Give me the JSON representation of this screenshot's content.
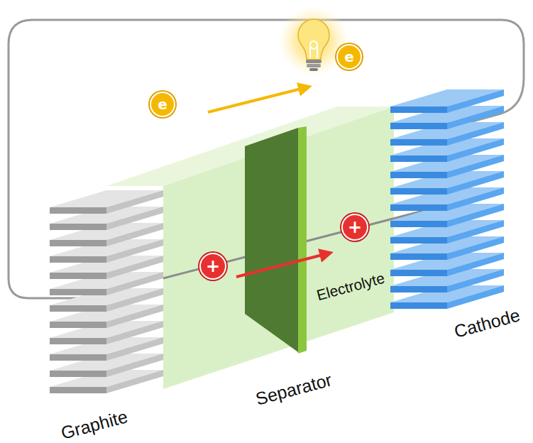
{
  "diagram": {
    "nodes": [
      {
        "text": [
          "e"
        ]
      },
      {
        "text": [
          "e"
        ]
      },
      {
        "text": [
          "+"
        ]
      },
      {
        "text": [
          "+"
        ]
      }
    ],
    "labels": [
      "Electrolyte",
      "Separator",
      "Graphite",
      "Cathode"
    ]
  }
}
